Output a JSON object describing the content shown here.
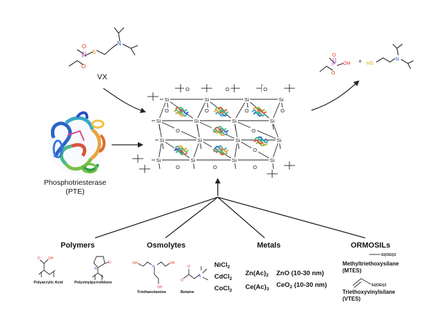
{
  "inputs": {
    "agent_label": "VX",
    "enzyme_label_line1": "Phosphotriesterase",
    "enzyme_label_line2": "(PTE)"
  },
  "structure": {
    "si_label": "Si",
    "o_label": "O"
  },
  "products": {
    "plus": "+",
    "oh_label": "OH",
    "sh_label": "HS"
  },
  "molecule_atoms": {
    "o": "O",
    "p": "P",
    "s": "S",
    "n": "N",
    "oh": "OH",
    "si_oet": "Si(OEt)3"
  },
  "categories": {
    "polymers": {
      "title": "Polymers",
      "items": [
        "Polyacrylic Acid",
        "Polyvinylpyrrolidone"
      ]
    },
    "osmolytes": {
      "title": "Osmolytes",
      "items": [
        "Triethanolamine",
        "Betaine"
      ]
    },
    "metals": {
      "title": "Metals",
      "col1": [
        "NiCl",
        "CdCl",
        "CoCl"
      ],
      "col1_sub": [
        "2",
        "2",
        "2"
      ],
      "col2": [
        "Zn(Ac)",
        "Ce(Ac)"
      ],
      "col2_sub": [
        "2",
        "3"
      ],
      "col3": [
        "ZnO (10-30 nm)",
        "CeO"
      ],
      "col3_sub": [
        "",
        "2"
      ],
      "col3_tail": [
        "",
        " (10-30 nm)"
      ]
    },
    "ormosils": {
      "title": "ORMOSILs",
      "items": [
        {
          "name": "Methyltriethoxysilane",
          "abbr": "(MTES)"
        },
        {
          "name": "Triethoxyvinylsilane",
          "abbr": "(VTES)"
        }
      ]
    }
  },
  "colors": {
    "line": "#222222",
    "oxygen": "#e0342b",
    "phosphorus": "#c77bd6",
    "sulfur": "#e8a11a",
    "nitrogen": "#2a4fc4"
  }
}
